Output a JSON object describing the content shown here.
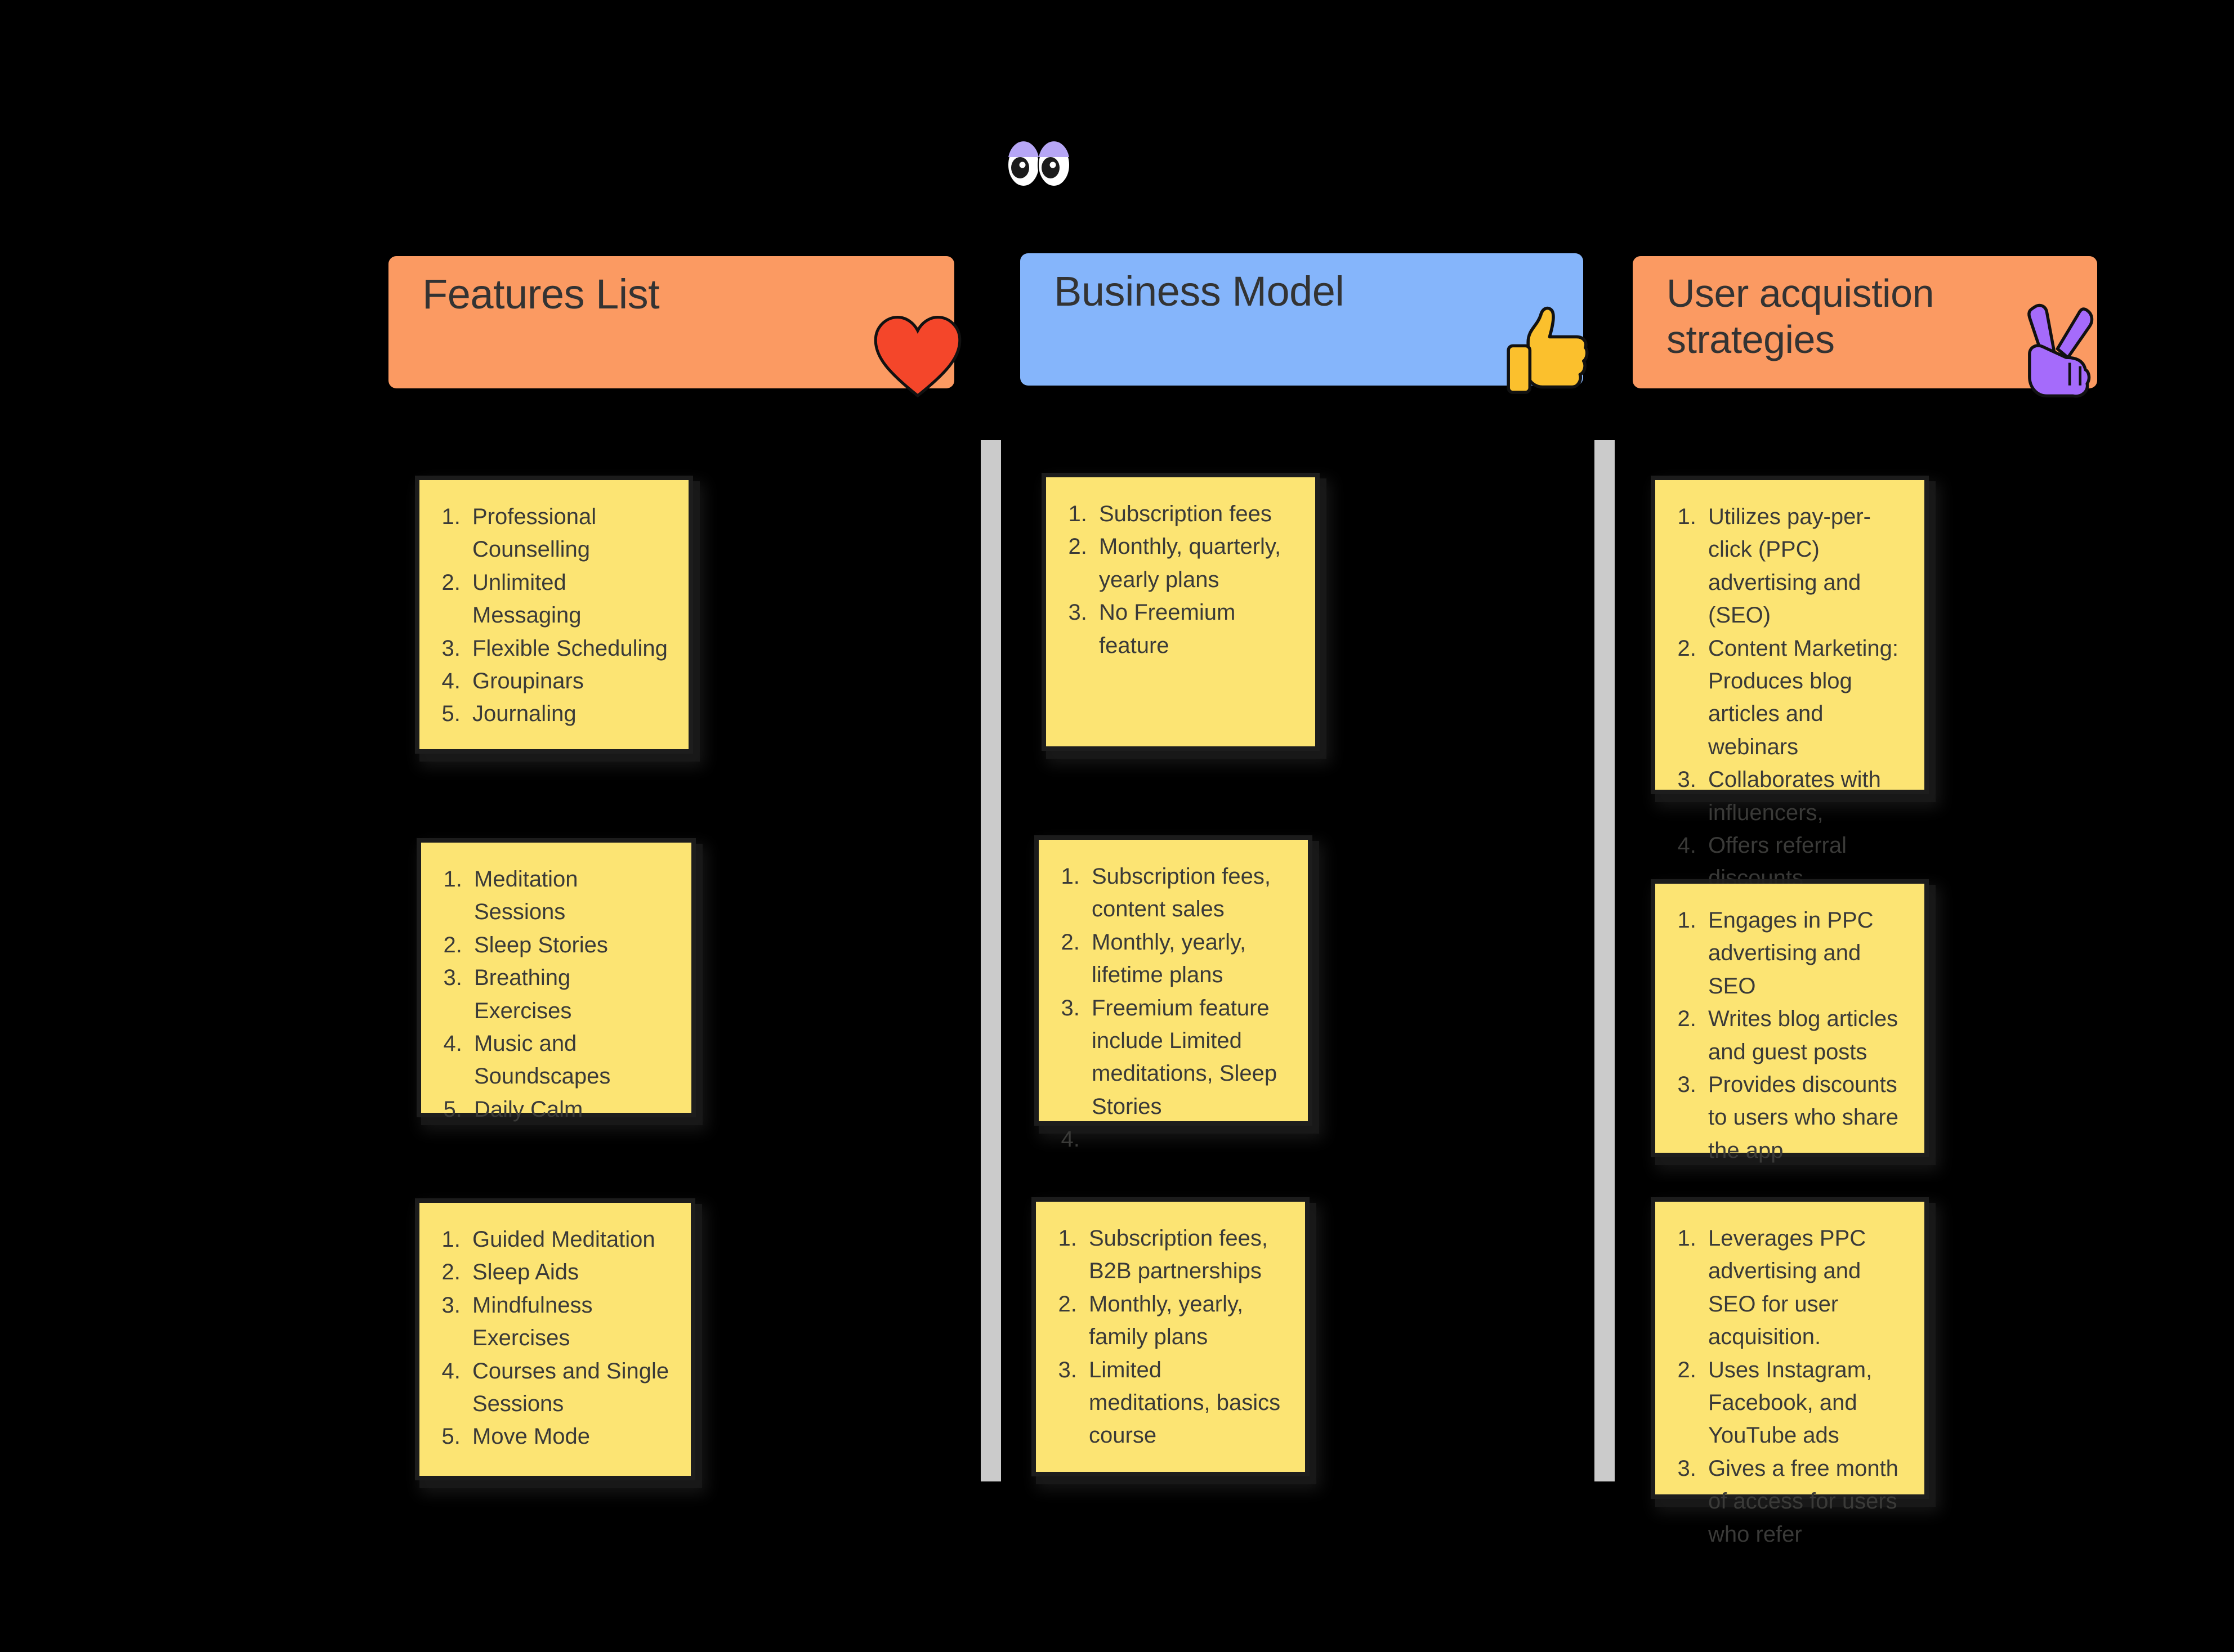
{
  "board": {
    "background_color": "#000000",
    "note_color": "#FCE473",
    "note_text_color": "#3A3A38",
    "divider_color": "#CBCBCB",
    "decor_emoji": {
      "name": "eyes-emoji",
      "glyph": "👀"
    }
  },
  "columns": [
    {
      "id": "features-list",
      "header": {
        "title": "Features List",
        "color": "#FB9A62",
        "badge": {
          "name": "heart-emoji",
          "glyph": "❤️",
          "color": "#F4462A"
        }
      },
      "notes": [
        {
          "name": "note-features-1",
          "items": [
            "Professional Counselling",
            "Unlimited Messaging",
            "Flexible Scheduling",
            "Groupinars",
            "Journaling"
          ]
        },
        {
          "name": "note-features-2",
          "items": [
            "Meditation Sessions",
            "Sleep Stories",
            "Breathing Exercises",
            "Music and Soundscapes",
            "Daily Calm"
          ]
        },
        {
          "name": "note-features-3",
          "items": [
            "Guided Meditation",
            "Sleep Aids",
            "Mindfulness Exercises",
            "Courses and Single Sessions",
            "Move Mode"
          ]
        }
      ]
    },
    {
      "id": "business-model",
      "header": {
        "title": "Business Model",
        "color": "#85B5FB",
        "badge": {
          "name": "thumbs-up-emoji",
          "glyph": "👍",
          "color": "#FBC02D"
        }
      },
      "notes": [
        {
          "name": "note-business-1",
          "items": [
            "Subscription fees",
            "Monthly, quarterly, yearly plans",
            "No Freemium feature"
          ]
        },
        {
          "name": "note-business-2",
          "items": [
            "Subscription fees, content sales",
            "Monthly, yearly, lifetime plans",
            "Freemium feature include Limited meditations, Sleep Stories",
            ""
          ]
        },
        {
          "name": "note-business-3",
          "items": [
            "Subscription fees, B2B partnerships",
            "Monthly, yearly, family plans",
            "Limited meditations, basics course"
          ]
        }
      ]
    },
    {
      "id": "user-acquisition-strategies",
      "header": {
        "title": "User acquistion strategies",
        "color": "#FB9A62",
        "badge": {
          "name": "victory-hand-emoji",
          "glyph": "✌️",
          "color": "#A56BFB"
        }
      },
      "notes": [
        {
          "name": "note-acquisition-1",
          "items": [
            "Utilizes pay-per-click (PPC) advertising and (SEO)",
            "Content Marketing: Produces blog articles and webinars",
            "Collaborates with influencers,",
            "Offers referral discounts"
          ]
        },
        {
          "name": "note-acquisition-2",
          "items": [
            "Engages in PPC advertising and SEO",
            "Writes blog articles and guest posts",
            "Provides discounts to users who share the app"
          ]
        },
        {
          "name": "note-acquisition-3",
          "items": [
            "Leverages PPC advertising and SEO for user acquisition.",
            "Uses Instagram, Facebook, and YouTube ads",
            "Gives a free month of access for users who refer"
          ]
        }
      ]
    }
  ]
}
